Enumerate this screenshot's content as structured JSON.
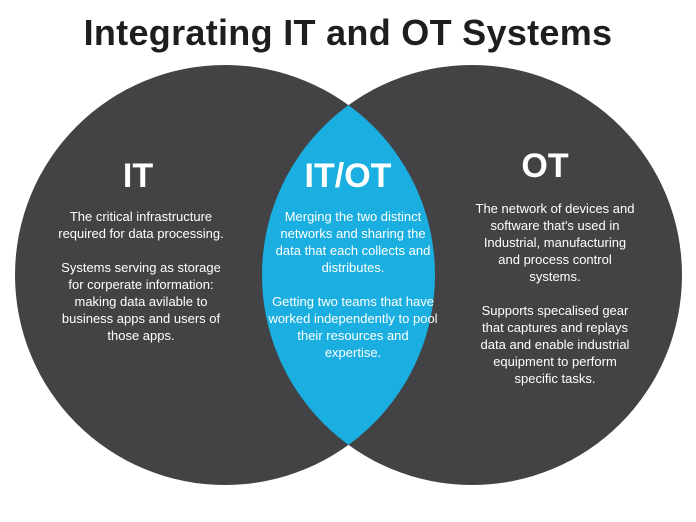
{
  "title": "Integrating IT and OT Systems",
  "colors": {
    "circle": "#434345",
    "overlap": "#1aafe0",
    "text": "#ffffff",
    "title": "#1e1e1e"
  },
  "it": {
    "heading": "IT",
    "para1": "The critical infrastructure required for data processing.",
    "para2": "Systems serving as storage for corperate information: making data avilable to business apps and users of those apps."
  },
  "itot": {
    "heading": "IT/OT",
    "para1": "Merging the two distinct networks and sharing the data that each collects and distributes.",
    "para2": "Getting two teams that have worked independently to pool their resources and expertise."
  },
  "ot": {
    "heading": "OT",
    "para1": "The network of devices and software that's used in Industrial, manufacturing and process control systems.",
    "para2": "Supports specalised gear that captures and replays data and enable industrial equipment to perform specific tasks."
  }
}
